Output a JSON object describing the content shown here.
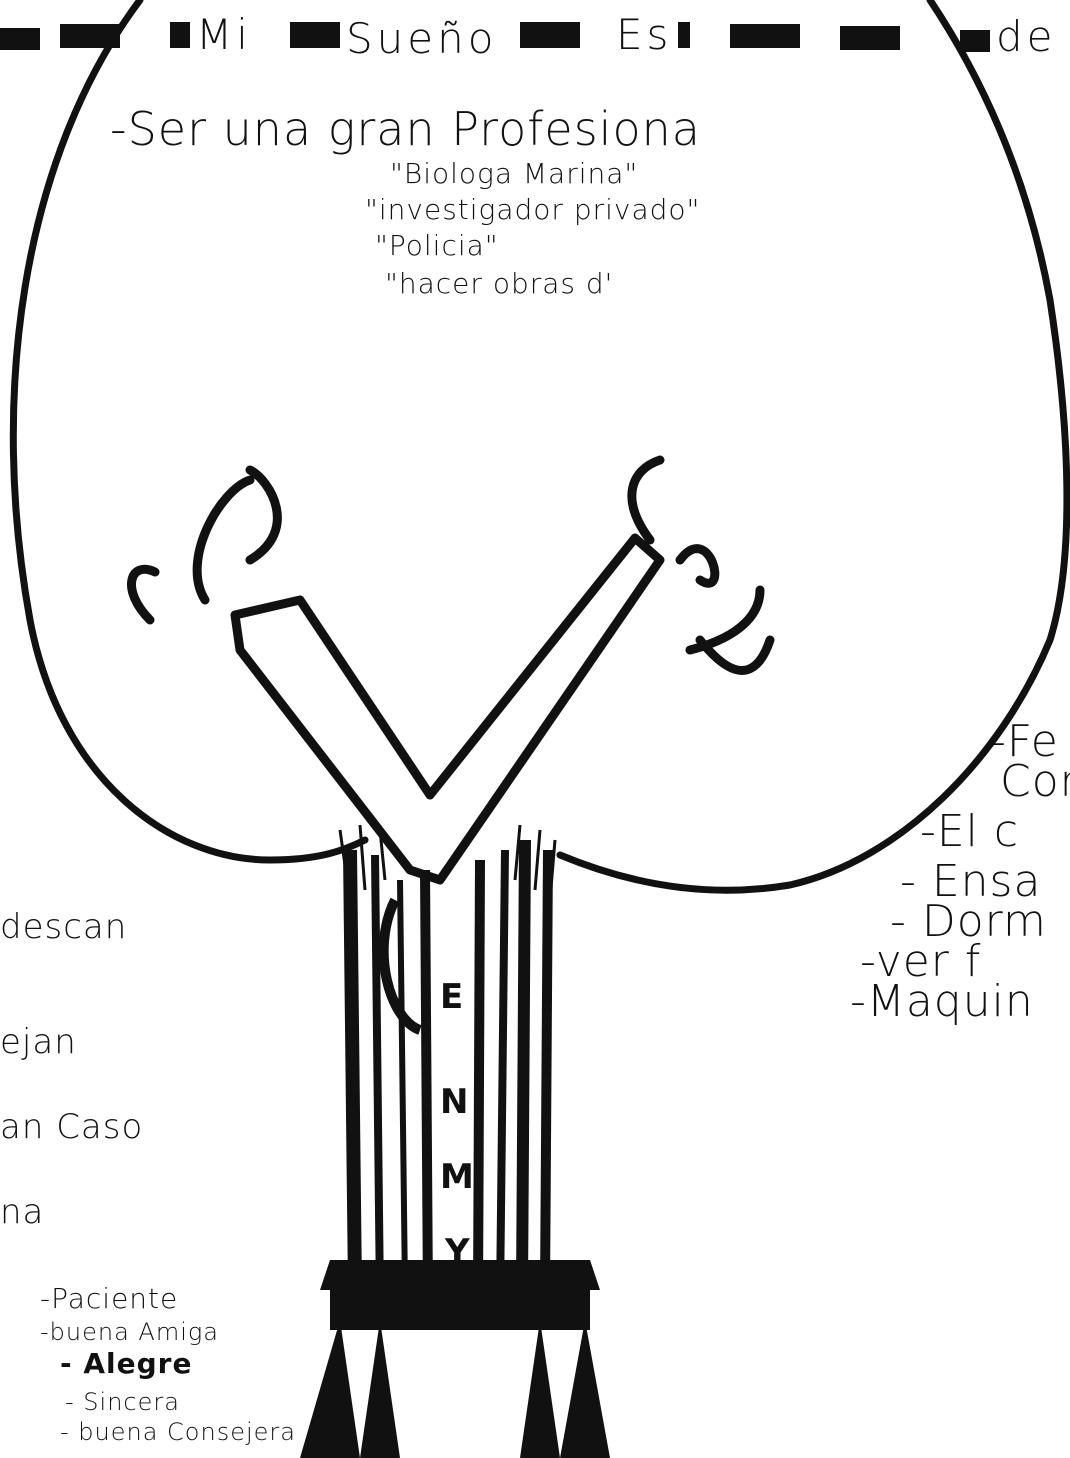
{
  "heading": {
    "left": "Mi",
    "word": "Sueño",
    "verb": "Es",
    "right": "de"
  },
  "dream": {
    "main": "-Ser una gran Profesiona",
    "options": [
      "\"Biologa Marina\"",
      "\"investigador privado\"",
      "\"Policia\"",
      "\"hacer obras d'"
    ]
  },
  "left_list": [
    "descan",
    "ejan",
    "an  Caso",
    "na"
  ],
  "qualities": [
    "-Paciente",
    "-buena Amiga",
    "- Alegre",
    "- Sincera",
    "- buena Consejera"
  ],
  "right_list": [
    "-Fe",
    "Cor",
    "-El c",
    "- Ensa",
    "- Dorm",
    "-ver f",
    "-Maquin"
  ],
  "trunk_letters": [
    "E",
    "N",
    "M",
    "Y"
  ],
  "colors": {
    "ink": "#111111",
    "paper": "#ffffff"
  }
}
